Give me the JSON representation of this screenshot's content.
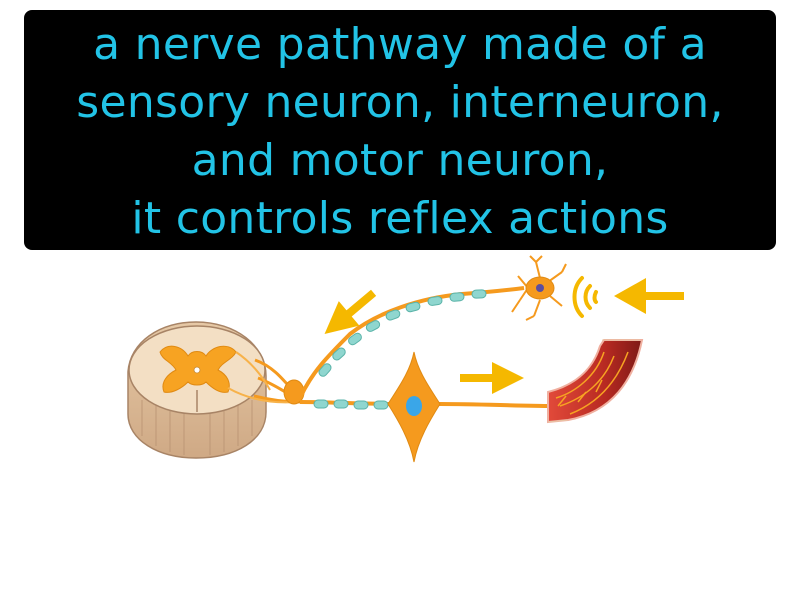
{
  "caption": {
    "lines": [
      "a nerve pathway made of a",
      "sensory neuron, interneuron,",
      "and motor neuron,",
      "it controls reflex actions"
    ],
    "text_color": "#22c3e6",
    "background": "#000000"
  },
  "diagram": {
    "elements": [
      "spinal-cord-cross-section",
      "sensory-neuron",
      "myelinated-axon",
      "motor-neuron",
      "muscle-tissue",
      "stimulus-signal-icon",
      "direction-arrows"
    ],
    "colors": {
      "arrow": "#f5b800",
      "neuron": "#f59a1e",
      "myelin": "#8fd6cf",
      "nucleus": "#3aa6e8",
      "muscle": "#c8342a",
      "spinal_outer": "#efd7b8",
      "grey_matter": "#f7a322"
    }
  }
}
